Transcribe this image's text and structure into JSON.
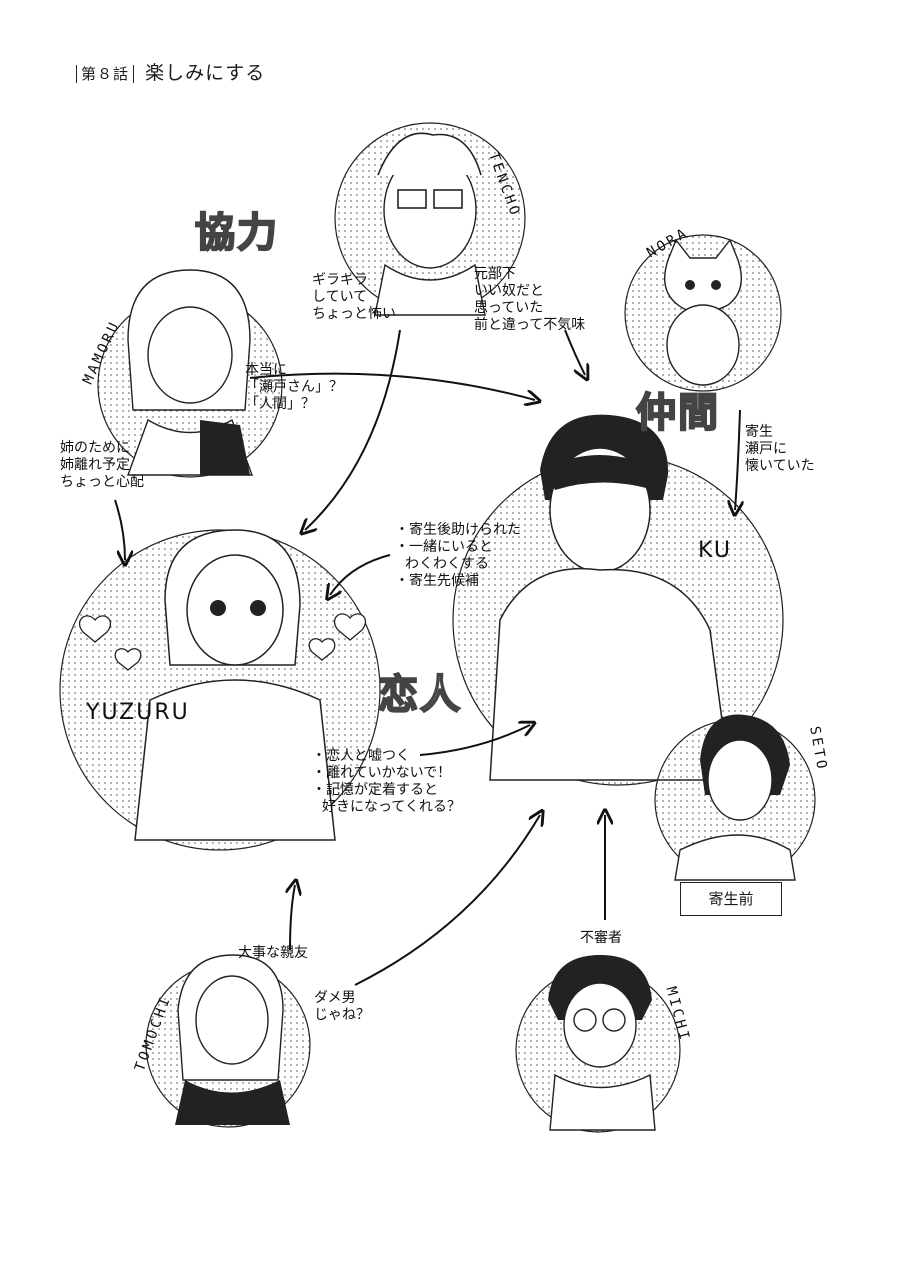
{
  "header": {
    "chapter": "第８話",
    "title": "楽しみにする"
  },
  "relations": {
    "kyoryoku": "協力",
    "nakama": "仲間",
    "koibito": "恋人"
  },
  "characters": {
    "tencho": {
      "name": "TENCHO",
      "note": [
        "ギラギラ",
        "していて",
        "ちょっと怖い"
      ],
      "note2": [
        "元部下",
        "いい奴だと",
        "思っていた",
        "前と違って不気味"
      ]
    },
    "nora": {
      "name": "NORA",
      "note": [
        "寄生",
        "瀬戸に",
        "懐いていた"
      ]
    },
    "mamoru": {
      "name": "MAMORU",
      "note": [
        "本当に",
        "「瀬戸さん」？",
        "「人間」？"
      ],
      "note2": [
        "姉のために",
        "姉離れ予定",
        "ちょっと心配"
      ]
    },
    "ku": {
      "name": "KU",
      "note": [
        "・寄生後助けられた",
        "・一緒にいると",
        "わくわくする",
        "・寄生先候補"
      ]
    },
    "yuzuru": {
      "name": "YUZURU",
      "note": [
        "・恋人と嘘つく",
        "・離れていかないで！",
        "・記憶が定着すると",
        "好きになってくれる？"
      ]
    },
    "seto": {
      "name": "SETO",
      "label": "寄生前"
    },
    "tomochi": {
      "name": "TOMOCHI",
      "note": [
        "大事な親友"
      ],
      "note2": [
        "ダメ男",
        "じゃね？"
      ]
    },
    "michi": {
      "name": "MICHI",
      "note": [
        "不審者"
      ]
    }
  }
}
